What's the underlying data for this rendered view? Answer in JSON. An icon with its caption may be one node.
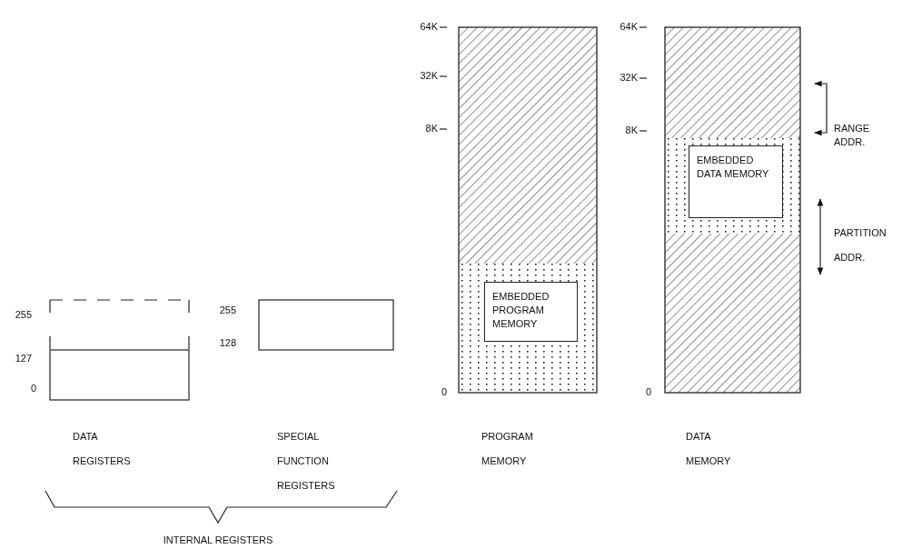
{
  "diagram": {
    "nodes": [
      {
        "text": [],
        "shape": "box",
        "beside": [
          "PROGRAM MEMORY"
        ]
      },
      {
        "text": [
          "EMBEDDED PROGRAM MEMORY"
        ],
        "in": 0
      },
      {
        "text": [],
        "shape": "box",
        "beside": [
          "DATA MEMORY"
        ]
      },
      {
        "text": [
          "EMBEDDED DATA MEMORY"
        ],
        "in": 2
      },
      {
        "text": [],
        "shape": "box",
        "beside": [
          "DATA REGISTERS"
        ]
      },
      {
        "text": [],
        "shape": "box"
      }
    ],
    "labels": [
      "64K",
      "32K",
      "8K",
      "0",
      "64K",
      "32K",
      "8K",
      "RANGE ADDR.",
      "PARTITION ADDR.",
      "0",
      "255",
      "127",
      "0",
      "255",
      "128",
      "SPECIAL FUNCTION REGISTERS",
      "INTERNAL REGISTERS"
    ]
  }
}
